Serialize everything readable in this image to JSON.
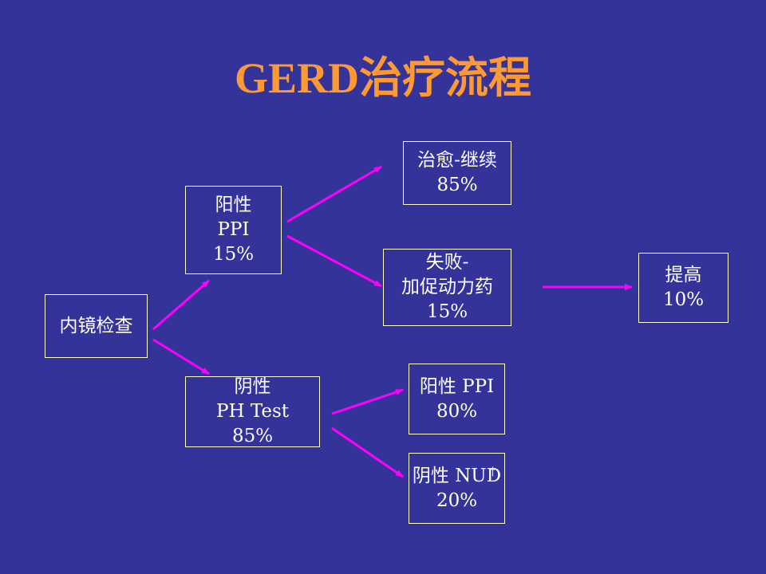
{
  "title": "GERD治疗流程",
  "colors": {
    "background": "#333399",
    "title": "#FF9933",
    "box_border": "#FFFFFF",
    "text": "#FFFFFF",
    "arrow": "#FF00FF"
  },
  "nodes": {
    "endoscopy": {
      "line1": "内镜检查"
    },
    "positive": {
      "line1": "阳性",
      "line2": "PPI",
      "line3": "15%"
    },
    "negative": {
      "line1": "阴性",
      "line2": "PH Test",
      "line3": "85%"
    },
    "healed": {
      "line1": "治愈-继续",
      "line2": "85%"
    },
    "failed": {
      "line1": "失败-",
      "line2": "加促动力药",
      "line3": "15%"
    },
    "increase": {
      "line1": "提高",
      "line2": "10%"
    },
    "pos_ppi": {
      "line1": "阳性 PPI",
      "line2": "80%"
    },
    "neg_nud": {
      "line1": "阴性 NUD",
      "line2": "20%"
    }
  },
  "edges": [
    {
      "from": "endoscopy",
      "to": "positive"
    },
    {
      "from": "endoscopy",
      "to": "negative"
    },
    {
      "from": "positive",
      "to": "healed"
    },
    {
      "from": "positive",
      "to": "failed"
    },
    {
      "from": "failed",
      "to": "increase"
    },
    {
      "from": "negative",
      "to": "pos_ppi"
    },
    {
      "from": "negative",
      "to": "neg_nud"
    }
  ]
}
